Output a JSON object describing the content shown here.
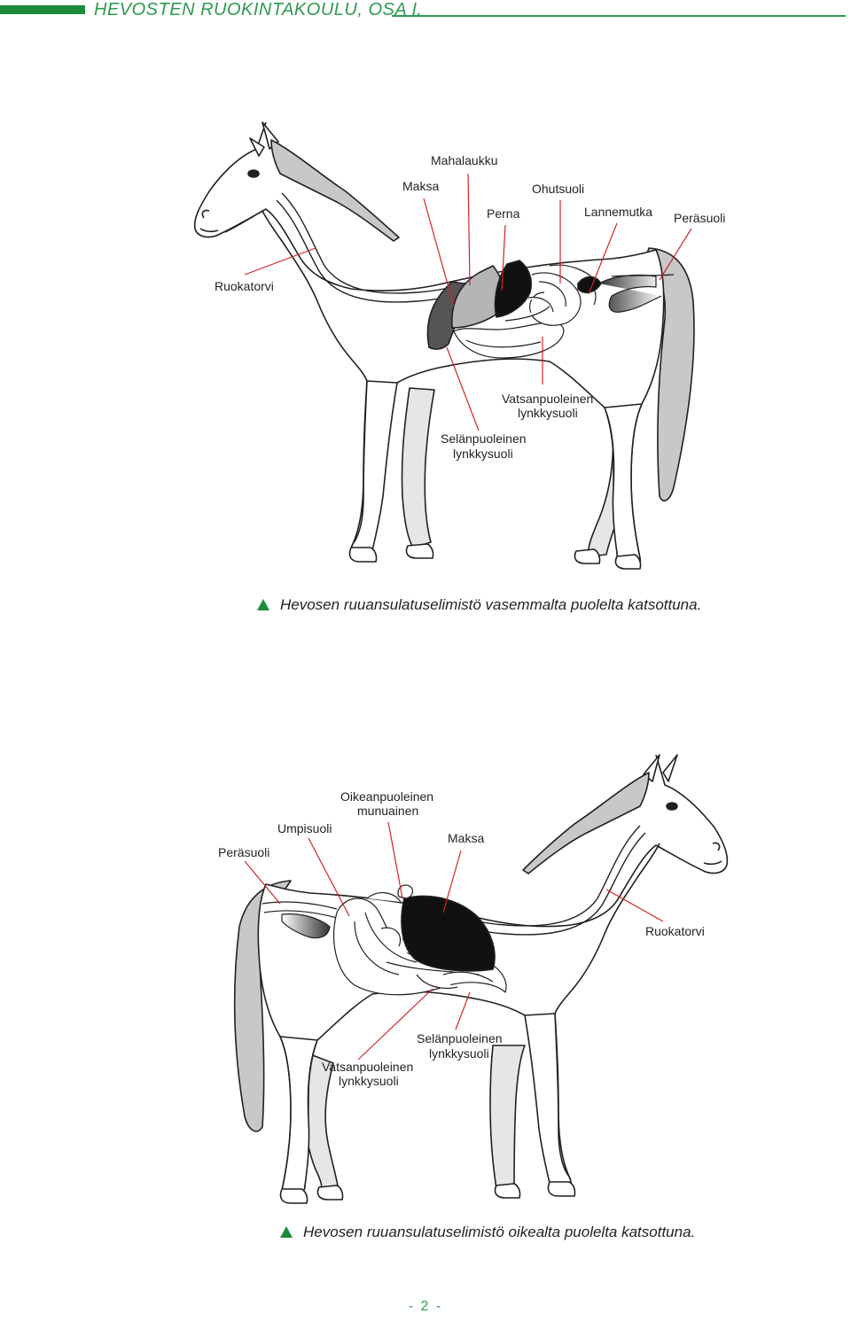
{
  "header": {
    "title": "HEVOSTEN RUOKINTAKOULU, OSA I."
  },
  "diagram_top": {
    "labels": {
      "mahalaukku": "Mahalaukku",
      "maksa": "Maksa",
      "ohutsuoli": "Ohutsuoli",
      "perna": "Perna",
      "lannemutka": "Lannemutka",
      "perasuoli": "Peräsuoli",
      "ruokatorvi": "Ruokatorvi",
      "vatsan_1": "Vatsanpuoleinen",
      "vatsan_2": "lynkkysuoli",
      "selan_1": "Selänpuoleinen",
      "selan_2": "lynkkysuoli"
    },
    "caption": "Hevosen ruuansulatuselimistö vasemmalta puolelta katsottuna."
  },
  "diagram_bottom": {
    "labels": {
      "perasuoli": "Peräsuoli",
      "umpisuoli": "Umpisuoli",
      "oikean_1": "Oikeanpuoleinen",
      "oikean_2": "munuainen",
      "maksa": "Maksa",
      "ruokatorvi": "Ruokatorvi",
      "selan_1": "Selänpuoleinen",
      "selan_2": "lynkkysuoli",
      "vatsan_1": "Vatsanpuoleinen",
      "vatsan_2": "lynkkysuoli"
    },
    "caption": "Hevosen ruuansulatuselimistö oikealta puolelta katsottuna."
  },
  "footer": {
    "page_number": "- 2 -"
  },
  "colors": {
    "accent": "#1e8a3c",
    "leader_line": "#d2232a",
    "organ_dark": "#000000",
    "organ_grey": "#9d9d9d",
    "mane_grey": "#c8c8c8"
  }
}
